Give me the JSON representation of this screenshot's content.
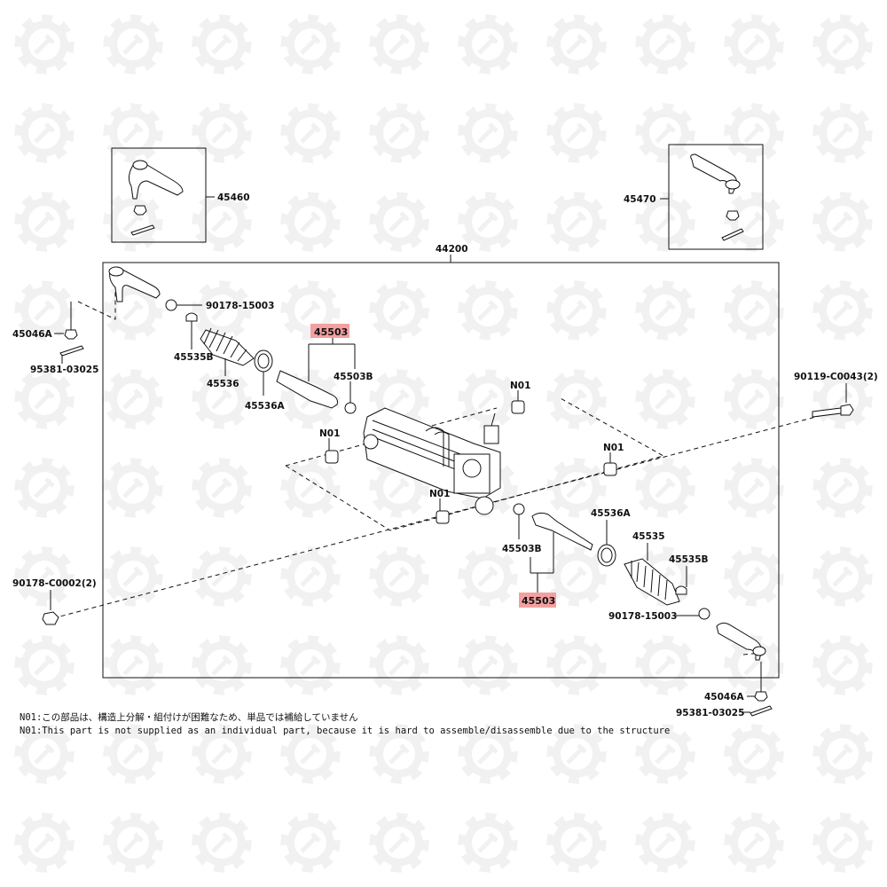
{
  "diagram": {
    "assembly": "44200",
    "parts": {
      "tie_end_left_box": "45460",
      "tie_end_right_box": "45470",
      "nut_left": "90178-15003",
      "nut_right": "90178-15003",
      "nut_45046a_left": "45046A",
      "nut_45046a_right": "45046A",
      "cotter_left": "95381-03025",
      "cotter_right": "95381-03025",
      "clip_45535b_left": "45535B",
      "clip_45535b_right": "45535B",
      "boot_left": "45536",
      "boot_right": "45535",
      "clamp_left": "45536A",
      "clamp_right": "45536A",
      "rod_end_left": "45503",
      "rod_end_right": "45503",
      "washer_left": "45503B",
      "washer_right": "45503B",
      "bolt_right": "90119-C0043(2)",
      "nut_bottom_left": "90178-C0002(2)",
      "n01_a": "N01",
      "n01_b": "N01",
      "n01_c": "N01",
      "n01_d": "N01"
    },
    "notes": {
      "jp": "N01:この部品は、構造上分解・組付けが困難なため、単品では補給していません",
      "en": "N01:This part is not supplied as an individual part, because it is hard to assemble/disassemble due to the structure"
    },
    "highlight_color": "#f2a0a0",
    "watermark_icon": "gear-wrench-icon"
  }
}
